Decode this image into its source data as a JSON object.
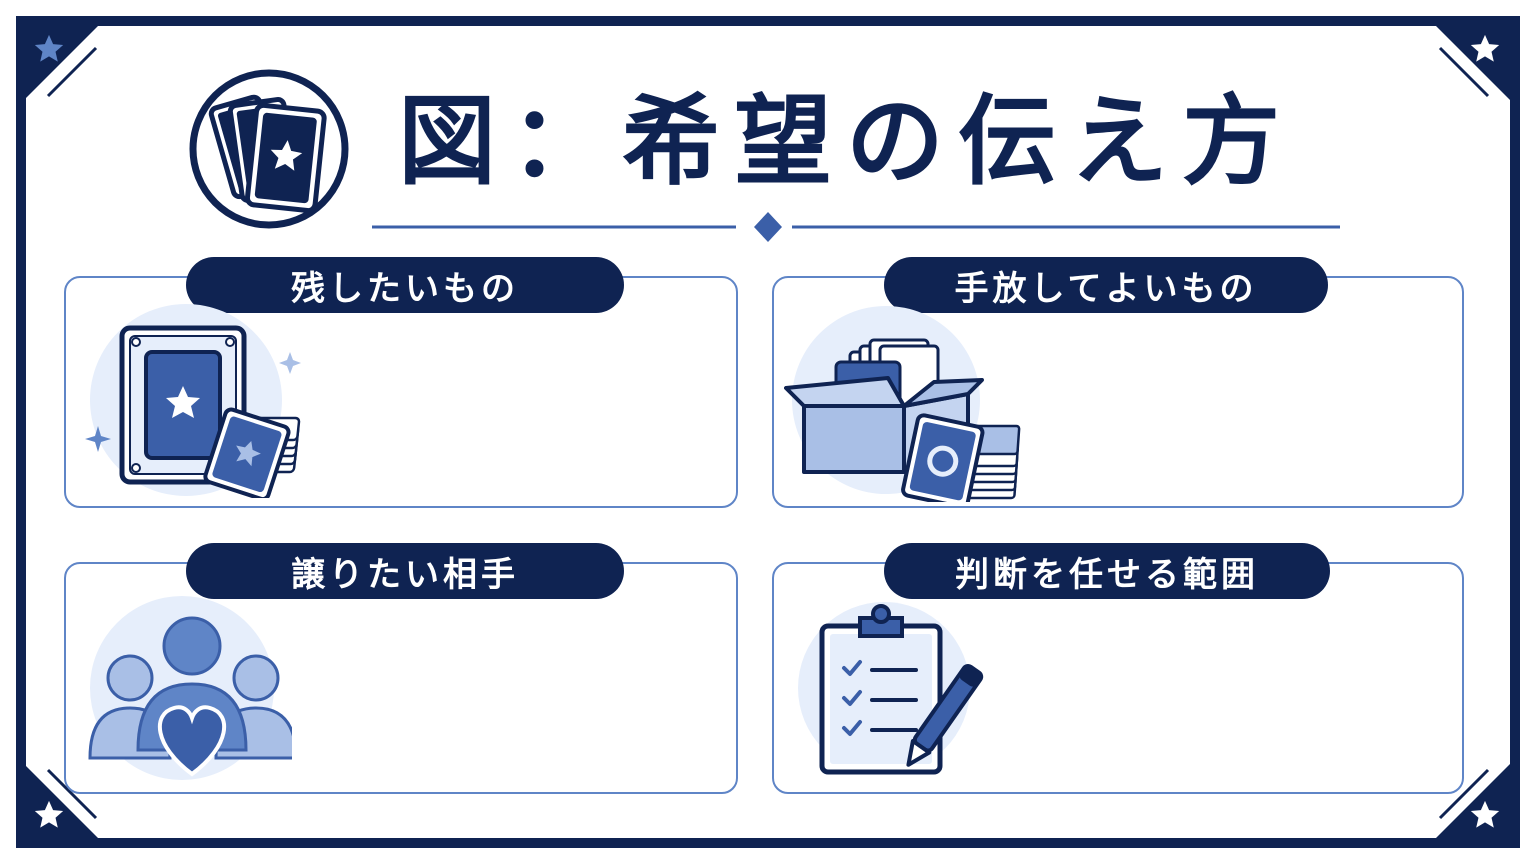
{
  "title": {
    "text": "図：希望の伝え方",
    "logo_icon": "tarot-cards-star-icon"
  },
  "panels": [
    {
      "label": "残したいもの",
      "icon": "framed-card-with-cards-icon"
    },
    {
      "label": "手放してよいもの",
      "icon": "box-of-cards-icon"
    },
    {
      "label": "譲りたい相手",
      "icon": "people-with-heart-icon"
    },
    {
      "label": "判断を任せる範囲",
      "icon": "clipboard-checklist-pen-icon"
    }
  ],
  "colors": {
    "navy": "#0f2352",
    "blue": "#3b5fa8",
    "light_blue": "#a9bfe6",
    "pale_blue": "#e6eefb",
    "border_blue": "#5f85c7"
  }
}
